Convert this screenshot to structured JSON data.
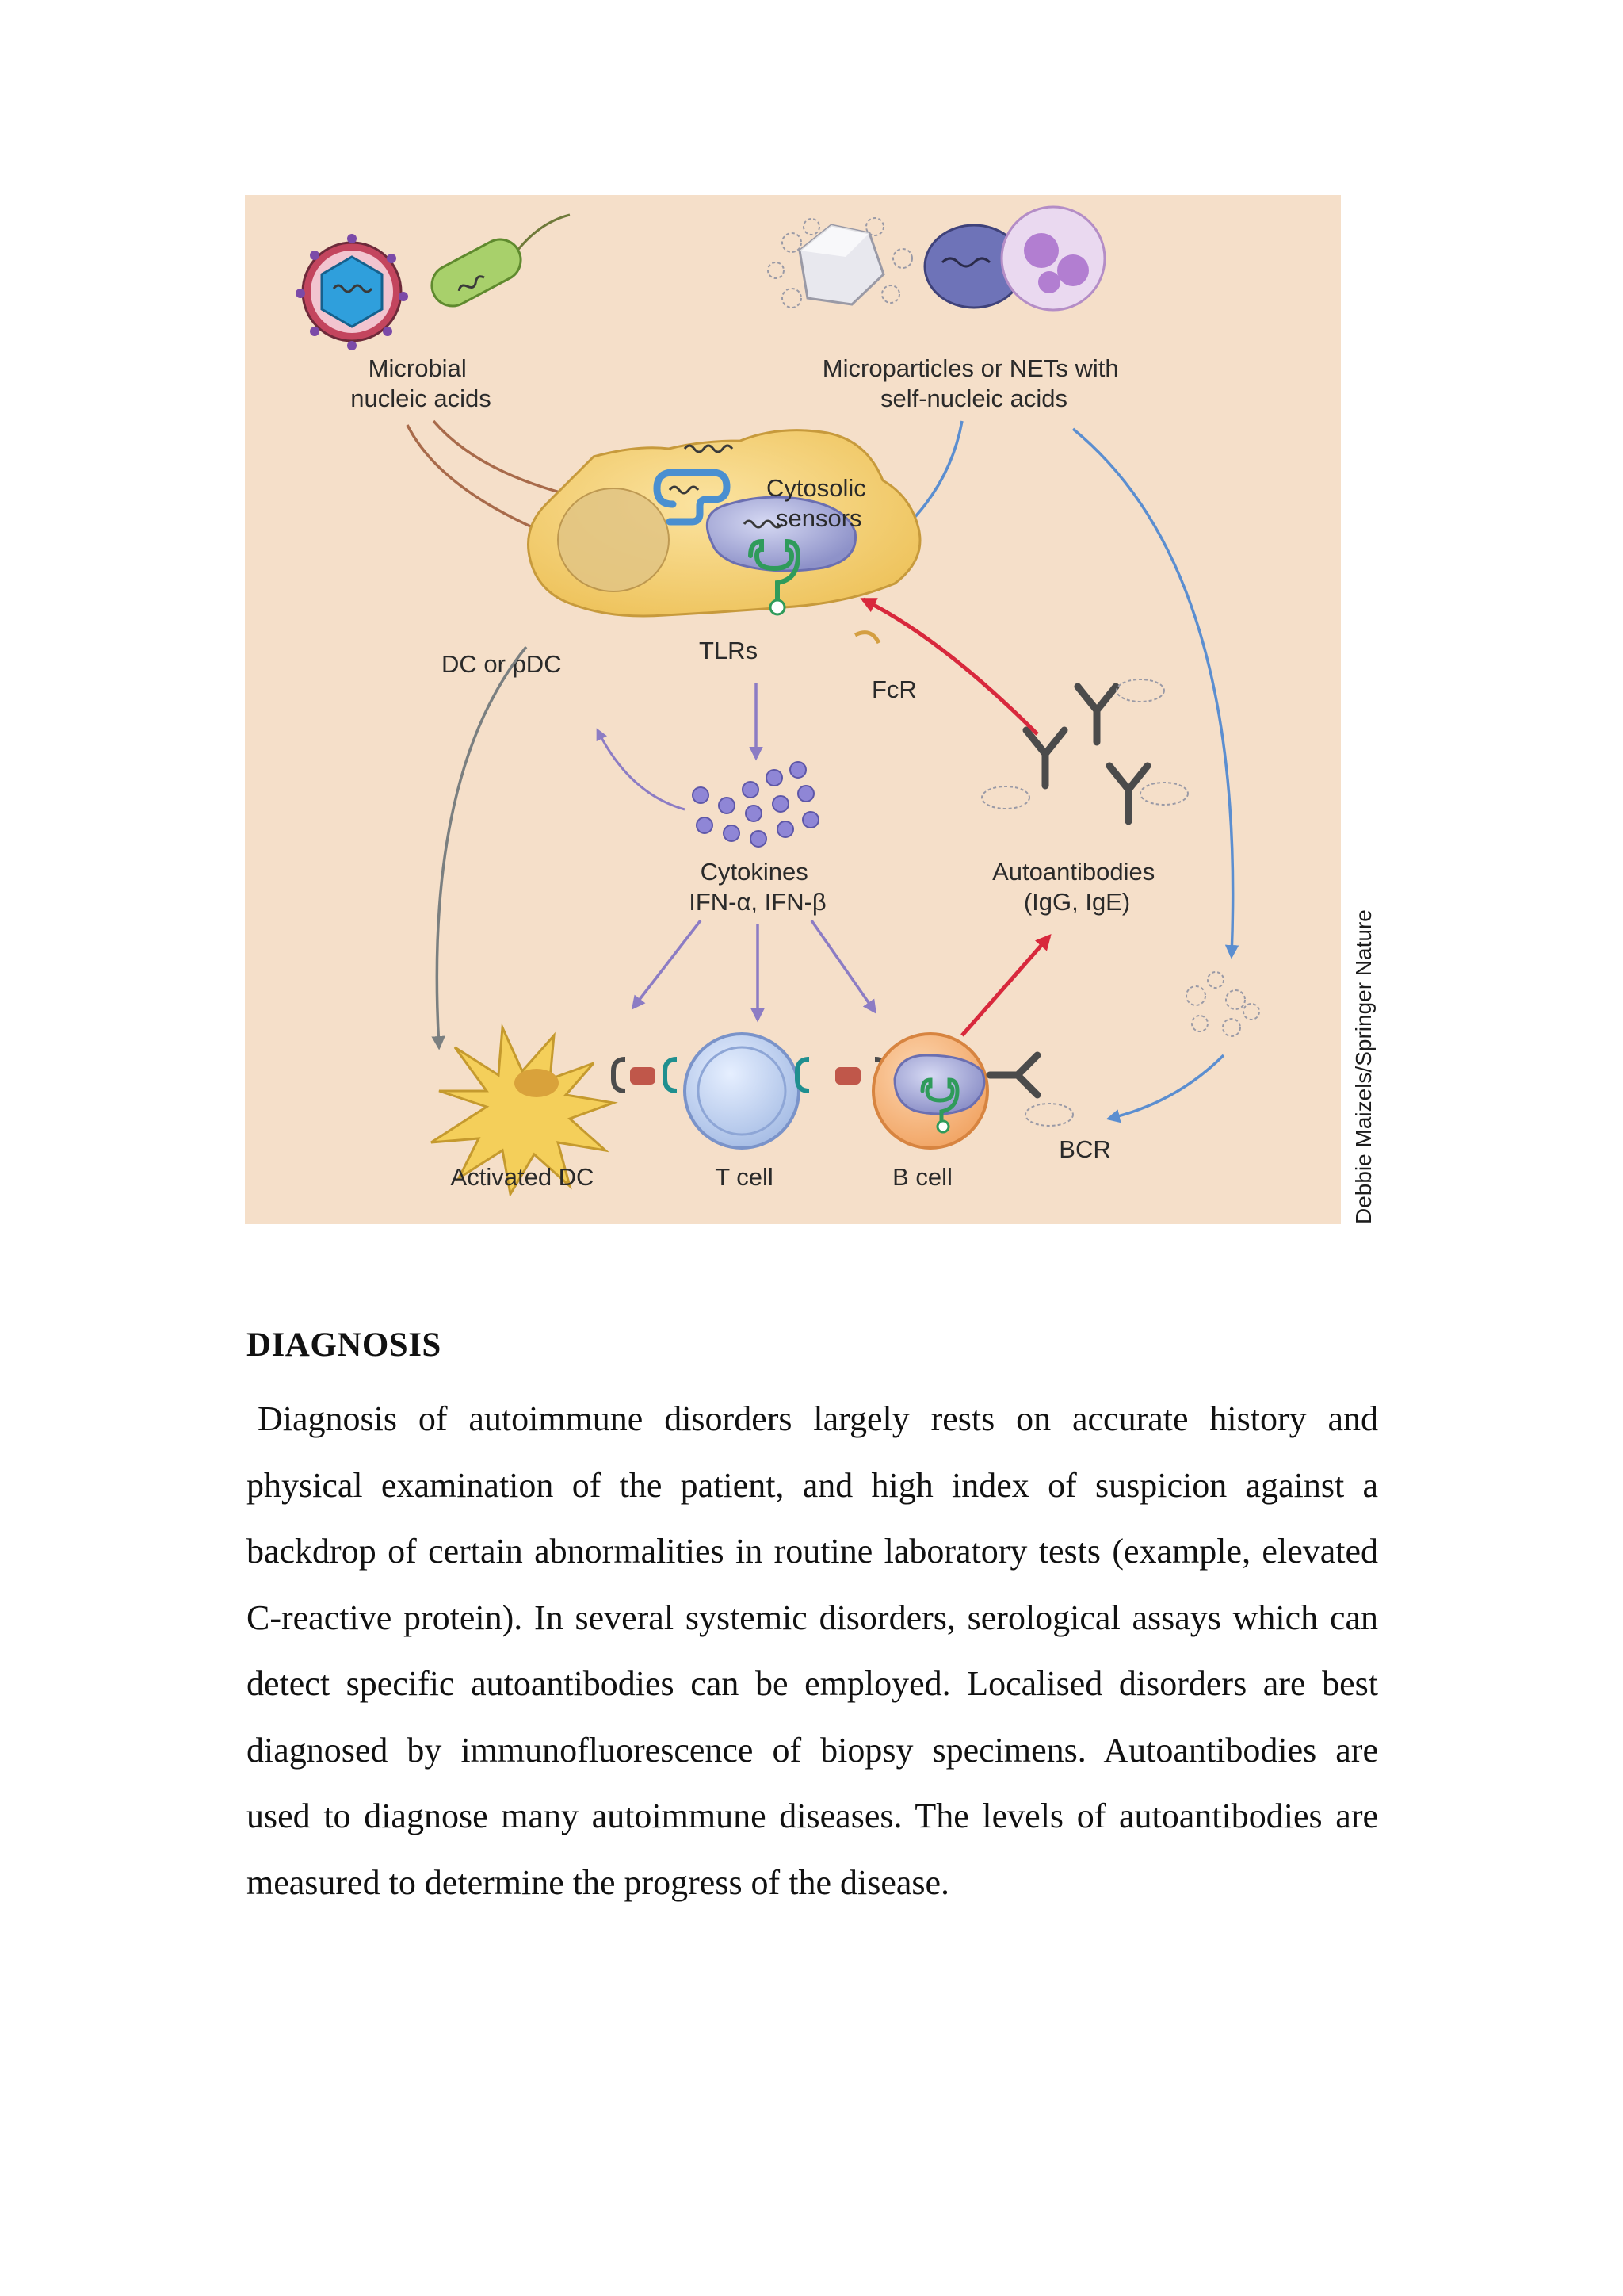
{
  "figure": {
    "labels": {
      "microbial": [
        "Microbial",
        "nucleic acids"
      ],
      "microparticles": [
        "Microparticles or NETs with",
        "self-nucleic acids"
      ],
      "cytosolic": [
        "Cytosolic",
        "sensors"
      ],
      "dc_or_pdc": "DC or pDC",
      "tlrs": "TLRs",
      "fcr": "FcR",
      "cytokines": [
        "Cytokines",
        "IFN-α, IFN-β"
      ],
      "autoantibodies": [
        "Autoantibodies",
        "(IgG, IgE)"
      ],
      "activated_dc": "Activated DC",
      "t_cell": "T cell",
      "b_cell": "B cell",
      "bcr": "BCR"
    },
    "credit": "Debbie Maizels/Springer Nature",
    "colors": {
      "background": "#f5dfc9",
      "dc_cell": "#f4d27a",
      "brown_arrow": "#a86a4a",
      "blue_arrow": "#5b8ed0",
      "purple_arrow": "#8c7cc4",
      "red_arrow": "#d8283c",
      "gray_arrow": "#7a7f80"
    }
  },
  "section": {
    "heading": "DIAGNOSIS",
    "paragraph": "Diagnosis of autoimmune disorders largely rests on accurate history and physical examination of the patient, and high index of suspicion against a backdrop of certain abnormalities in routine laboratory tests (example, elevated C-reactive protein). In several systemic disorders, serological assays which can detect specific autoantibodies can be employed. Localised disorders are best diagnosed by immunofluorescence of biopsy specimens. Autoantibodies are used to diagnose many autoimmune diseases. The levels of autoantibodies are measured to determine the progress of the disease."
  }
}
